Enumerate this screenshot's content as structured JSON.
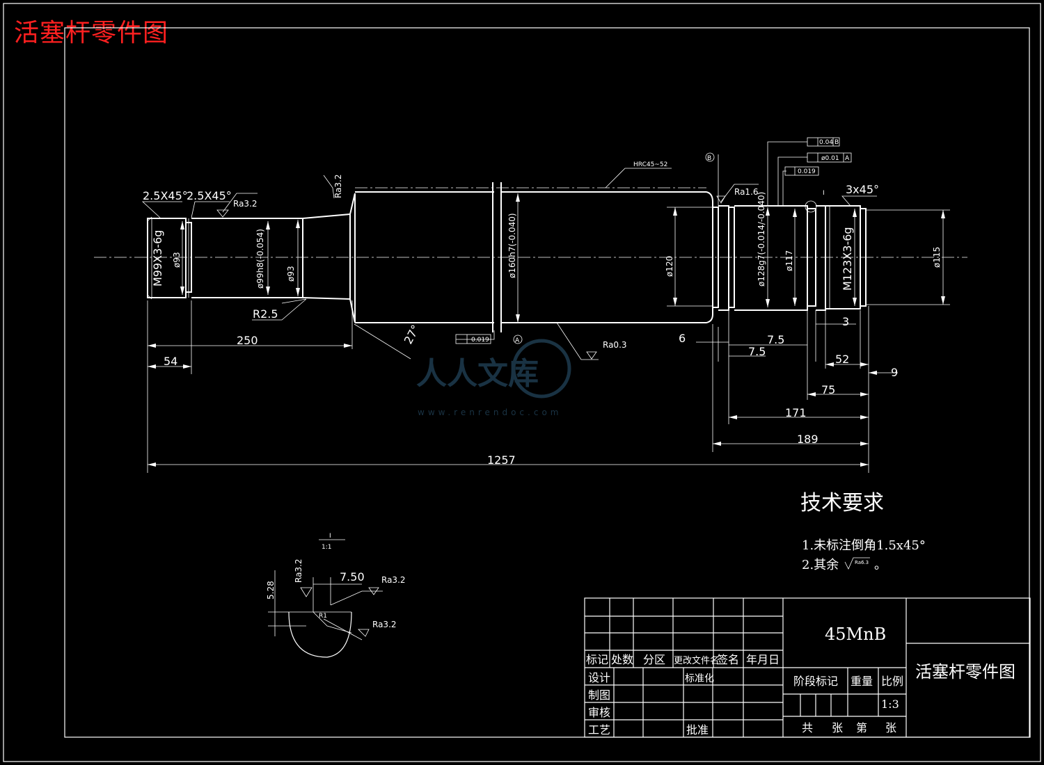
{
  "title": "活塞杆零件图",
  "watermark": {
    "brand": "人人文库",
    "url": "www.renrendoc.com"
  },
  "surface": {
    "hardness": "HRC45~52"
  },
  "chamfers": {
    "left1": "2.5X45°",
    "left2": "2.5X45°",
    "right": "3x45°"
  },
  "roughness": {
    "r1": "Ra3.2",
    "r2": "Ra3.2",
    "r3": "Ra1.6",
    "r4": "Ra0.3",
    "detail1": "Ra3.2",
    "detail2": "Ra3.2",
    "detail3": "Ra3.2"
  },
  "diameters": {
    "thread_left": "M99X3-6g",
    "d93a": "ø93",
    "d99": "ø99h8(-0.054)",
    "d93b": "ø93",
    "d160": "ø160h7(-0.040)",
    "d120": "ø120",
    "d128": "ø128g7(-0.014/-0.040)",
    "d117": "ø117",
    "thread_right": "M123X3-6g",
    "d115": "ø115"
  },
  "radius": "R2.5",
  "angle": "27°",
  "datum": {
    "A": "A",
    "B": "B"
  },
  "tolerances": {
    "flat_main": "0.019",
    "flat_right": "0.019",
    "perp": "0.04",
    "perp_ref": "B",
    "coax": "ø0.01",
    "coax_ref": "A"
  },
  "dimensions": {
    "d250": "250",
    "d54": "54",
    "d6": "6",
    "d7_5a": "7.5",
    "d7_5b": "7.5",
    "d3": "3",
    "d52": "52",
    "d9": "9",
    "d75": "75",
    "d171": "171",
    "d189": "189",
    "d1257": "1257"
  },
  "detail": {
    "label": "I",
    "scale": "1:1",
    "d528": "5.28",
    "d750": "7.50",
    "r1": "R1"
  },
  "tech_req": {
    "heading": "技术要求",
    "items": [
      "1.未标注倒角1.5x45°",
      "2.其余"
    ],
    "item2_symbol": "Ra6.3",
    "item2_suffix": "。"
  },
  "title_block": {
    "material": "45MnB",
    "drawing_name": "活塞杆零件图",
    "headers": [
      "标记",
      "处数",
      "分区",
      "更改文件名",
      "签名",
      "年月日"
    ],
    "design": "设计",
    "standard": "标准化",
    "draw": "制图",
    "review": "审核",
    "process": "工艺",
    "approve": "批准",
    "stage_mark": "阶段标记",
    "weight": "重量",
    "ratio_label": "比例",
    "scale": "1:3",
    "sheet": [
      "共",
      "张",
      "第",
      "张"
    ]
  }
}
